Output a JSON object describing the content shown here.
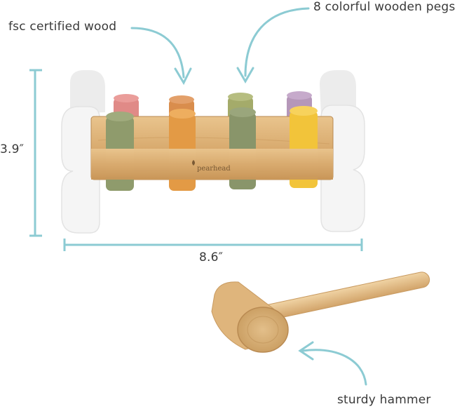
{
  "labels": {
    "fsc": "fsc certified wood",
    "pegs": "8 colorful wooden pegs",
    "height": "3.9″",
    "width": "8.6″",
    "hammer": "sturdy hammer"
  },
  "brand": "pearhead",
  "colors": {
    "accent": "#8ccbd3",
    "wood": "#dcb27a",
    "peg_pink": "#e08a87",
    "peg_orange": "#e39a45",
    "peg_sage": "#8f9b6c",
    "peg_lavender": "#b597b9",
    "peg_yellow": "#f2c43a",
    "white_part": "#f4f4f4"
  }
}
